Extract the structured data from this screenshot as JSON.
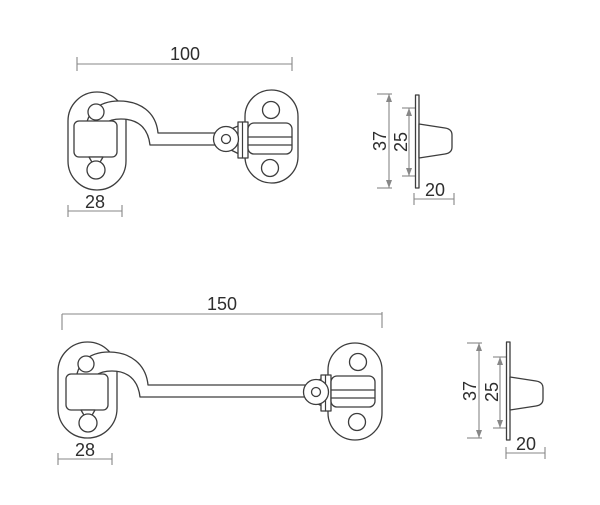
{
  "drawing": {
    "kind": "technical-drawing",
    "background_color": "#ffffff",
    "outline_color": "#3d3d3d",
    "dimension_line_color": "#878787",
    "dimension_text_color": "#2e2e2e",
    "variants": [
      {
        "name": "cabin-hook-100",
        "front": {
          "length_label": "100",
          "plate_width_label": "28"
        },
        "side": {
          "height_label": "37",
          "inner_label": "25",
          "depth_label": "20"
        }
      },
      {
        "name": "cabin-hook-150",
        "front": {
          "length_label": "150",
          "plate_width_label": "28"
        },
        "side": {
          "height_label": "37",
          "inner_label": "25",
          "depth_label": "20"
        }
      }
    ]
  }
}
